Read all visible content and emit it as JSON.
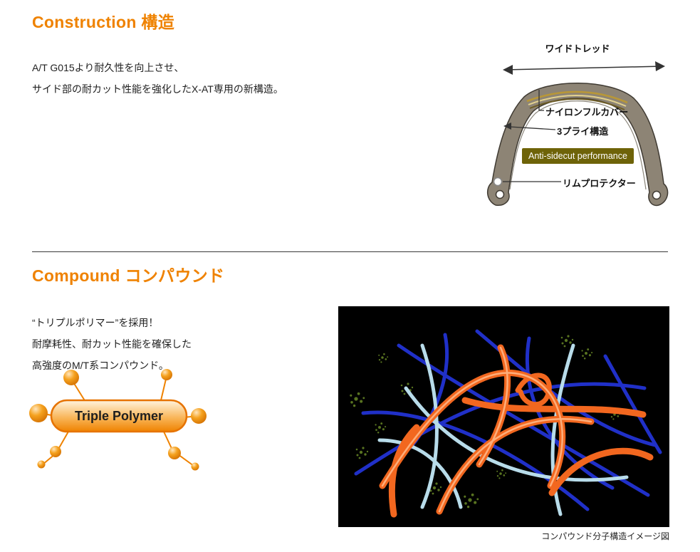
{
  "construction": {
    "title": "Construction 構造",
    "body": [
      "A/T G015より耐久性を向上させ、",
      "サイド部の耐カット性能を強化したX-AT専用の新構造。"
    ],
    "labels": {
      "wide_tread": "ワイドトレッド",
      "nylon_full_cover": "ナイロンフルカバー",
      "three_ply": "3プライ構造",
      "anti_sidecut": "Anti-sidecut performance",
      "rim_protector": "リムプロテクター"
    }
  },
  "compound": {
    "title": "Compound コンパウンド",
    "body": [
      "“トリプルポリマー”を採用！",
      "耐摩耗性、耐カット性能を確保した",
      "高強度のM/T系コンパウンド。"
    ],
    "polymer_badge": "Triple Polymer",
    "caption": "コンパウンド分子構造イメージ図"
  },
  "colors": {
    "accent_orange": "#ef8200",
    "anti_sidecut_badge_bg": "#6e6308",
    "molecule_orange": "#f2671f",
    "molecule_blue": "#2030c8",
    "molecule_light_blue": "#b8dcea"
  }
}
